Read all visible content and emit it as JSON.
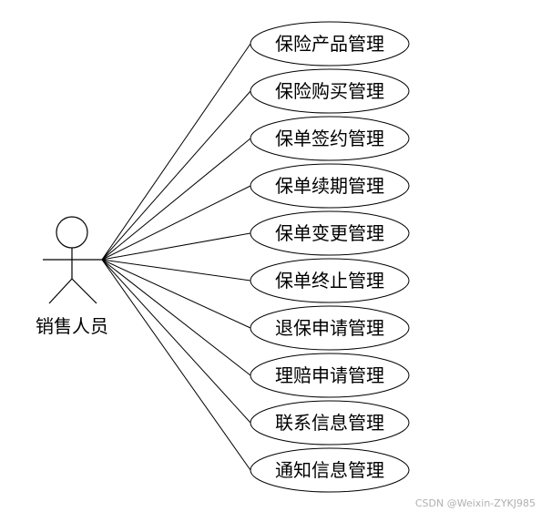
{
  "actor": {
    "name": "销售人员"
  },
  "use_cases": [
    {
      "label": "保险产品管理"
    },
    {
      "label": "保险购买管理"
    },
    {
      "label": "保单签约管理"
    },
    {
      "label": "保单续期管理"
    },
    {
      "label": "保单变更管理"
    },
    {
      "label": "保单终止管理"
    },
    {
      "label": "退保申请管理"
    },
    {
      "label": "理赔申请管理"
    },
    {
      "label": "联系信息管理"
    },
    {
      "label": "通知信息管理"
    }
  ],
  "watermark": "CSDN @Weixin-ZYKJ985"
}
